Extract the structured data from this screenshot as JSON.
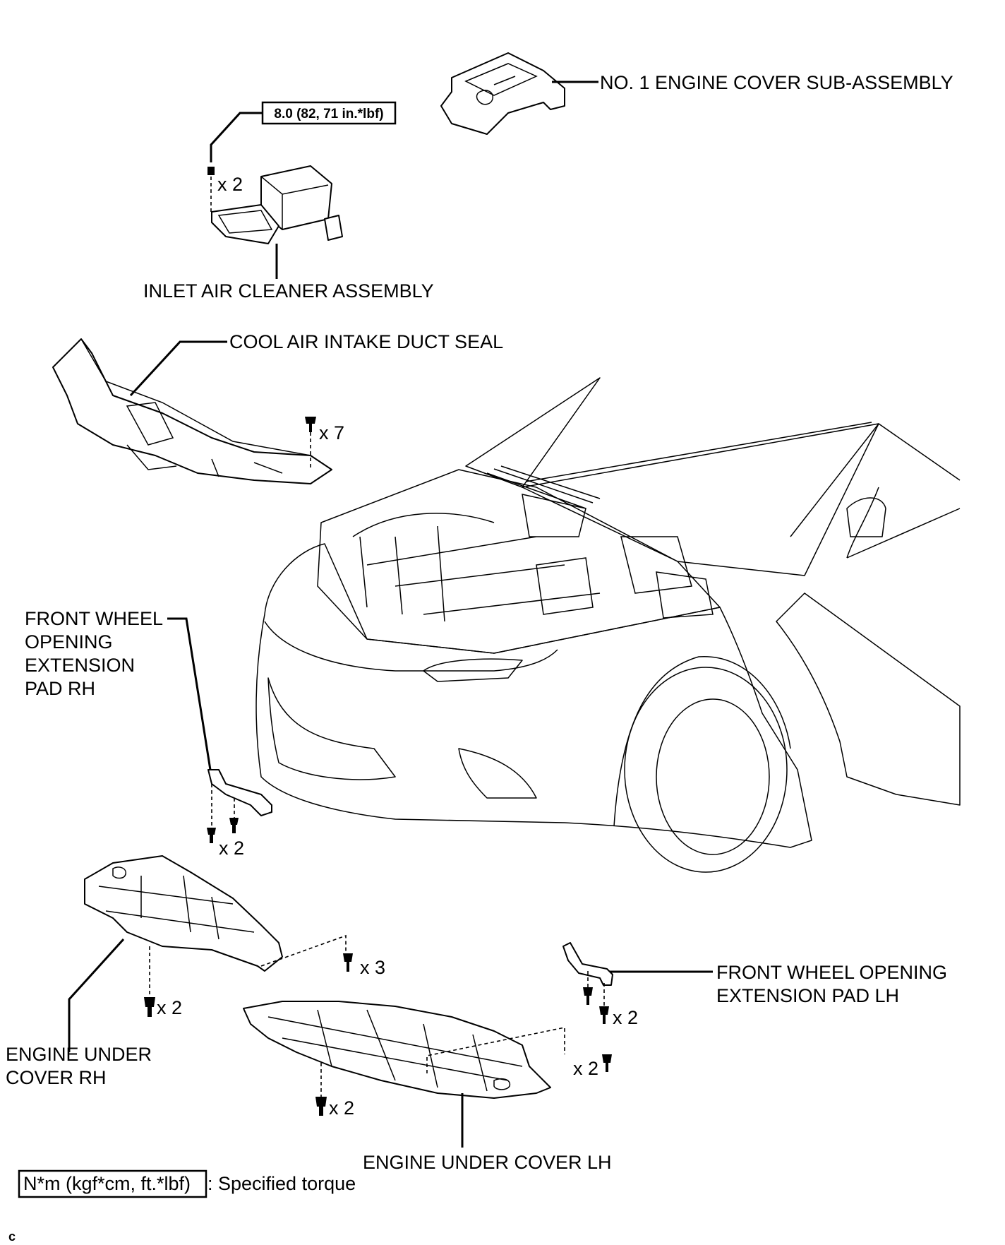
{
  "labels": {
    "engine_cover": "NO. 1 ENGINE COVER SUB-ASSEMBLY",
    "air_cleaner": "INLET AIR CLEANER ASSEMBLY",
    "duct_seal": "COOL AIR INTAKE DUCT SEAL",
    "pad_rh": [
      "FRONT WHEEL",
      "OPENING",
      "EXTENSION",
      "PAD RH"
    ],
    "pad_lh": [
      "FRONT WHEEL OPENING",
      "EXTENSION PAD LH"
    ],
    "under_rh": [
      "ENGINE UNDER",
      "COVER RH"
    ],
    "under_lh": "ENGINE UNDER COVER LH"
  },
  "torque": {
    "value": "8.0 (82, 71 in.*lbf)"
  },
  "quantities": {
    "air_cleaner_bolts": "x 2",
    "duct_seal_clips": "x 7",
    "pad_rh_screws": "x 2",
    "under_cover_center": "x 3",
    "under_rh_screws": "x 2",
    "pad_lh_screws": "x 2",
    "under_lh_right": "x 2",
    "under_lh_left": "x 2"
  },
  "legend": {
    "box": "N*m (kgf*cm, ft.*lbf)",
    "text": ": Specified torque"
  },
  "corner_mark": "c"
}
